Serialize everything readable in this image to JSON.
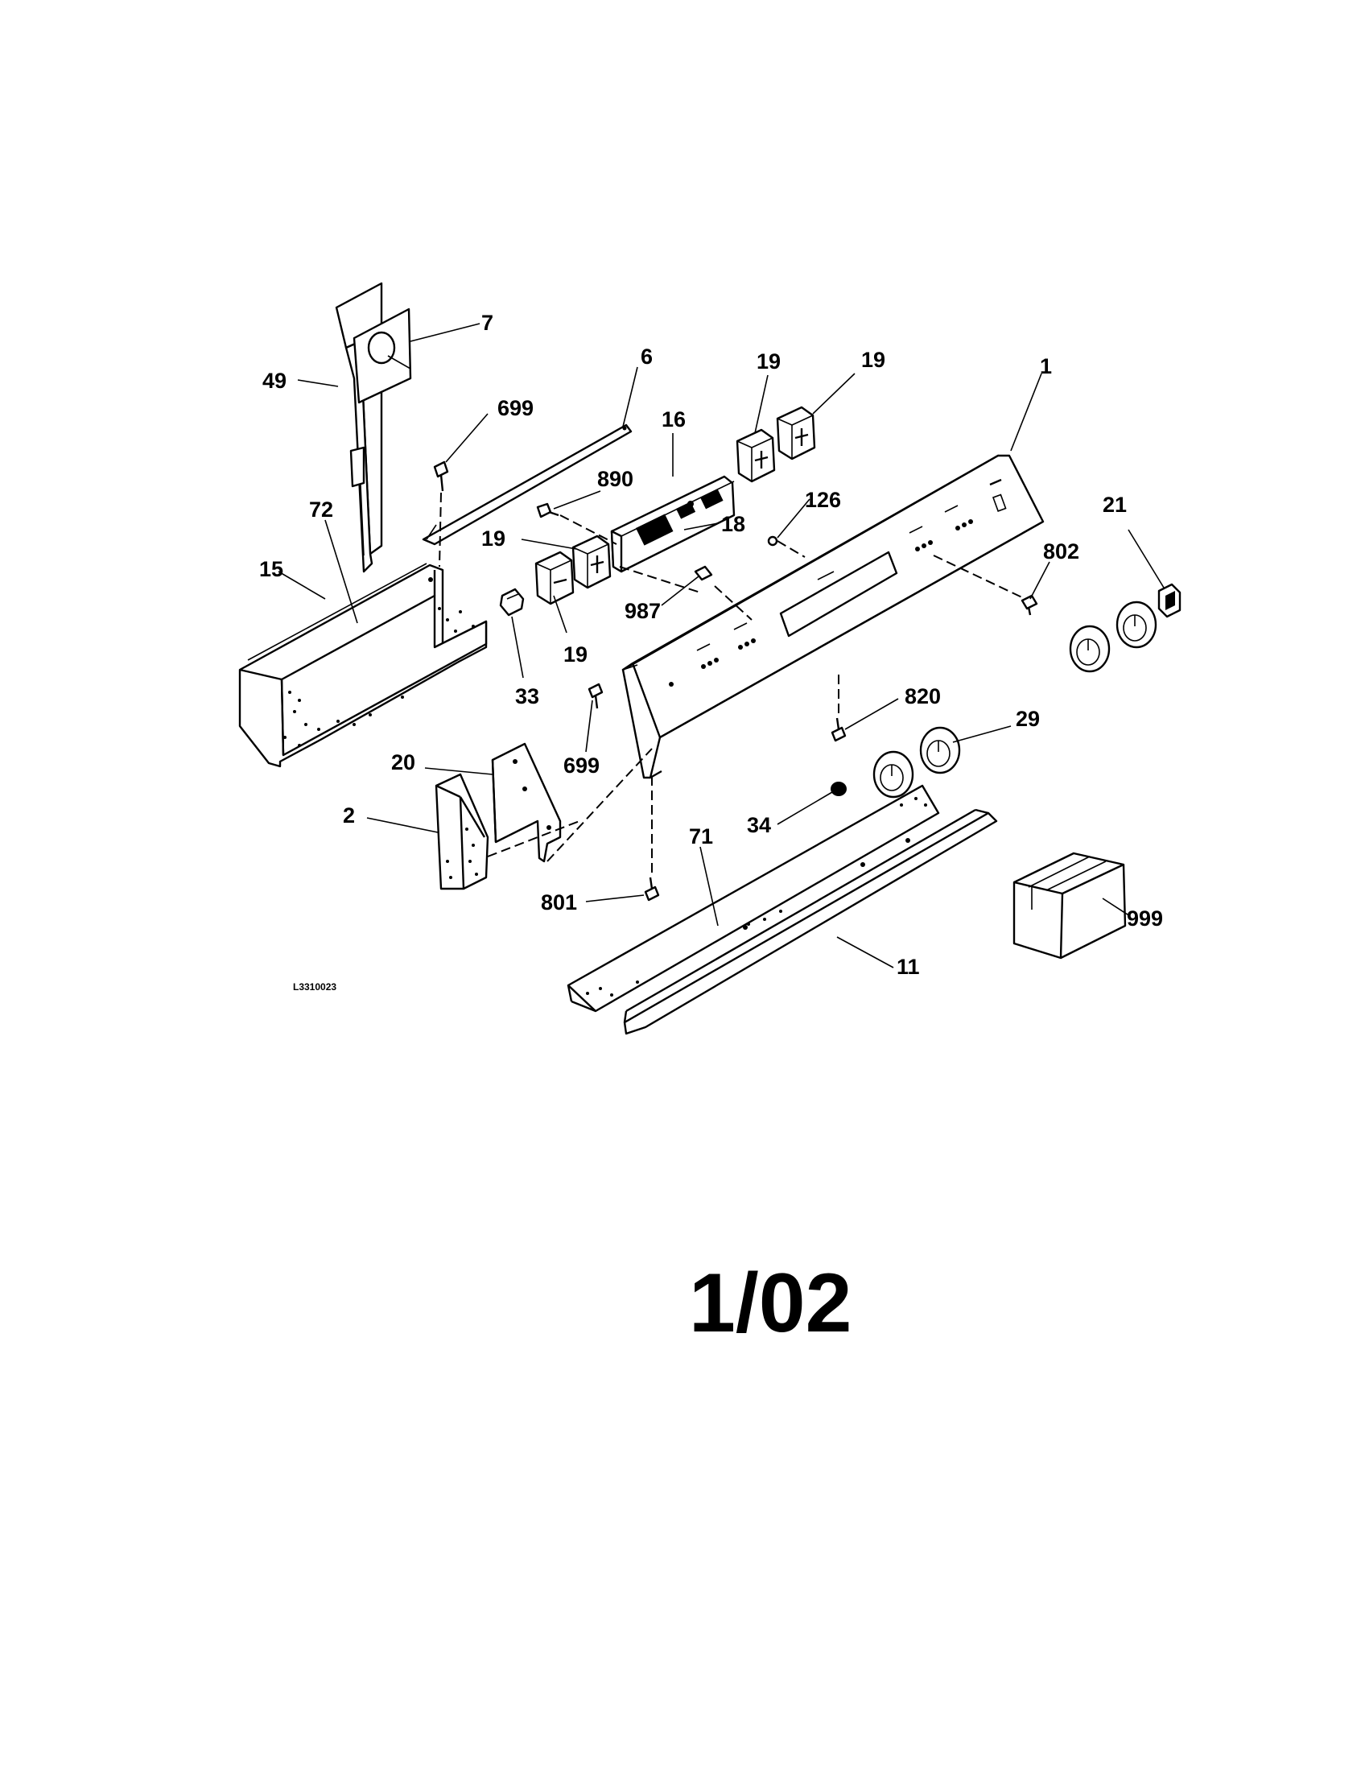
{
  "labels": {
    "l1": "1",
    "l2": "2",
    "l6": "6",
    "l7": "7",
    "l11": "11",
    "l15": "15",
    "l16": "16",
    "l18": "18",
    "l19a": "19",
    "l19b": "19",
    "l19c": "19",
    "l19d": "19",
    "l20": "20",
    "l21": "21",
    "l29": "29",
    "l33": "33",
    "l34": "34",
    "l49": "49",
    "l71": "71",
    "l72": "72",
    "l126": "126",
    "l699a": "699",
    "l699b": "699",
    "l801": "801",
    "l802": "802",
    "l820": "820",
    "l890": "890",
    "l987": "987",
    "l999": "999"
  },
  "drawing_code": "L3310023",
  "page_code": "1/02"
}
